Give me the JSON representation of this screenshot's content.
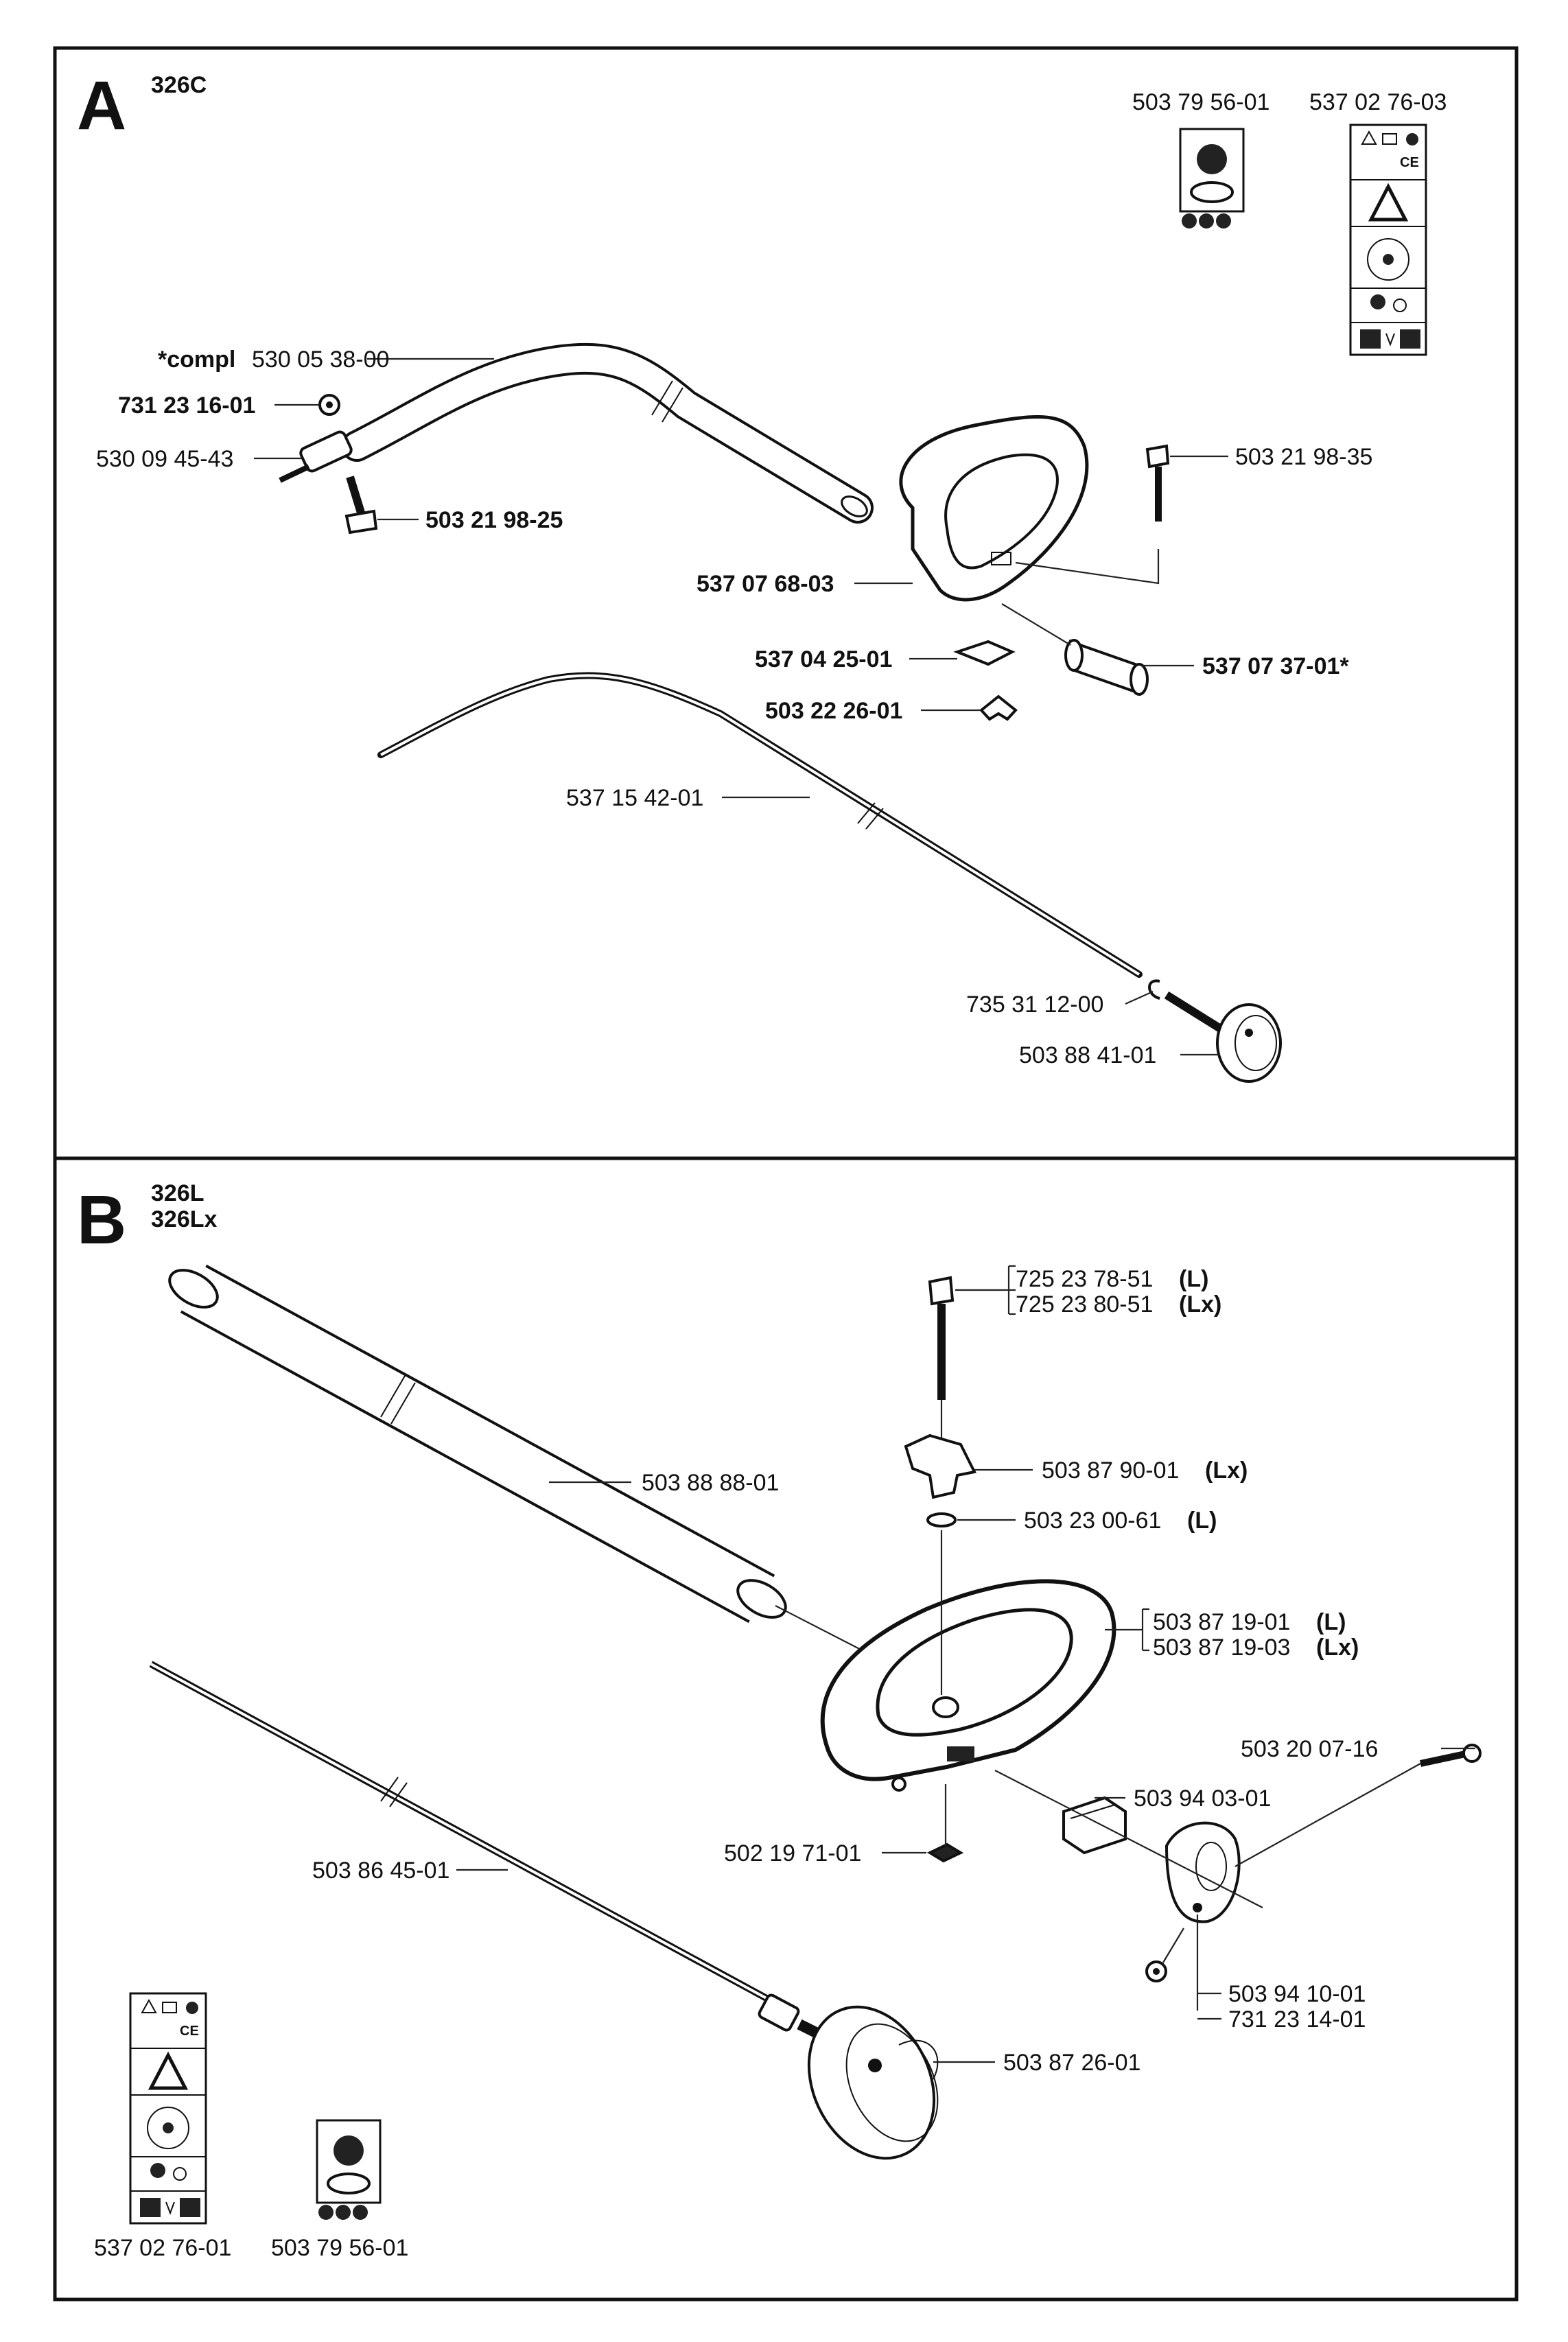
{
  "section_a": {
    "letter": "A",
    "model": "326C",
    "decal_labels": [
      "503 79 56-01",
      "537 02 76-03"
    ],
    "parts": {
      "compl_prefix": "*compl",
      "compl_number": "530 05 38-00",
      "p1": "731 23 16-01",
      "p2": "530 09 45-43",
      "p3": "503 21 98-25",
      "p4": "503 21 98-35",
      "p5": "537 07 68-03",
      "p6": "537 04 25-01",
      "p7": "537 07 37-01*",
      "p8": "503 22 26-01",
      "p9": "537 15 42-01",
      "p10": "735 31 12-00",
      "p11": "503 88 41-01"
    }
  },
  "section_b": {
    "letter": "B",
    "model_line1": "326L",
    "model_line2": "326Lx",
    "parts": {
      "q1_num": "725 23 78-51",
      "q1_var": "(L)",
      "q2_num": "725 23 80-51",
      "q2_var": "(Lx)",
      "q3_num": "503 87 90-01",
      "q3_var": "(Lx)",
      "q4_num": "503 23 00-61",
      "q4_var": "(L)",
      "q5_num": "503 87 19-01",
      "q5_var": "(L)",
      "q6_num": "503 87 19-03",
      "q6_var": "(Lx)",
      "q7": "503 88 88-01",
      "q8": "503 20 07-16",
      "q9": "503 94 03-01",
      "q10": "502 19 71-01",
      "q11": "503 86 45-01",
      "q12": "503 94 10-01",
      "q13": "731 23 14-01",
      "q14": "503 87 26-01"
    },
    "decal_labels": [
      "537 02 76-01",
      "503 79 56-01"
    ]
  }
}
